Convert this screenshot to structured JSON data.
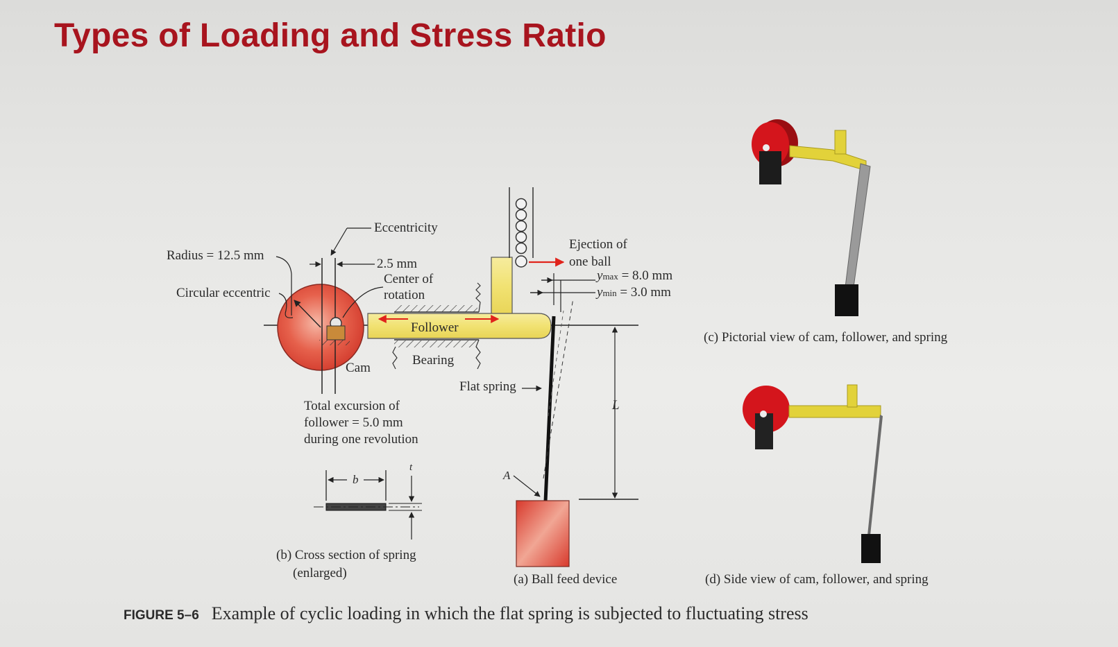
{
  "title": "Types of Loading and Stress Ratio",
  "labels": {
    "eccentricity": "Eccentricity",
    "radius": "Radius = 12.5 mm",
    "dim_2_5": "2.5 mm",
    "center_of_rotation_1": "Center of",
    "center_of_rotation_2": "rotation",
    "circular_eccentric": "Circular eccentric",
    "follower": "Follower",
    "bearing": "Bearing",
    "cam": "Cam",
    "flat_spring": "Flat spring",
    "ejection_1": "Ejection of",
    "ejection_2": "one ball",
    "ymax_sym": "y",
    "ymax_sub": "max",
    "ymax_val": " = 8.0 mm",
    "ymin_sym": "y",
    "ymin_sub": "min",
    "ymin_val": " = 3.0 mm",
    "L": "L",
    "A": "A",
    "b": "b",
    "t": "t",
    "excursion_1": "Total excursion of",
    "excursion_2": "follower = 5.0 mm",
    "excursion_3": "during one revolution"
  },
  "captions": {
    "a": "(a) Ball feed device",
    "b_line1": "(b) Cross section of spring",
    "b_line2": "(enlarged)",
    "c": "(c) Pictorial view of cam, follower, and spring",
    "d": "(d) Side view of cam, follower, and spring"
  },
  "figure": {
    "number": "FIGURE 5–6",
    "text": "Example of cyclic loading in which the flat spring is subjected to fluctuating stress"
  },
  "colors": {
    "title": "#a8141e",
    "cam_red": "#d8352b",
    "follower_yellow": "#f0e27a",
    "arrow_red": "#e0231b",
    "block_red": "#d9463a",
    "model_red": "#d4151c",
    "model_yellow": "#e2d23a"
  }
}
